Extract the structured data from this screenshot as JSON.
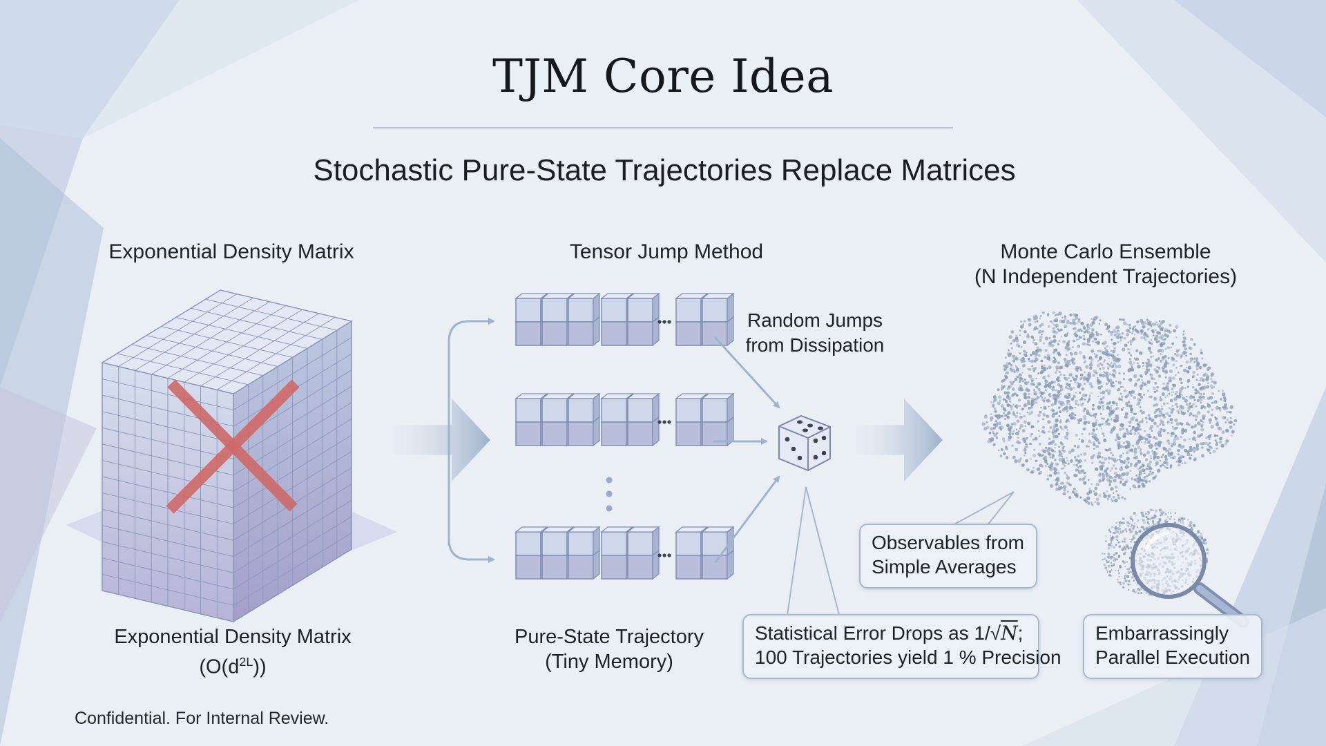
{
  "title": "TJM Core Idea",
  "subtitle": "Stochastic Pure-State Trajectories Replace Matrices",
  "left": {
    "header": "Exponential Density Matrix",
    "caption_line1": "Exponential Density Matrix",
    "caption_formula_open": "(O(d",
    "caption_formula_exp": "2L",
    "caption_formula_close": "))"
  },
  "middle": {
    "header": "Tensor Jump Method",
    "caption_line1": "Pure-State Trajectory",
    "caption_line2": "(Tiny Memory)",
    "jumps_line1": "Random Jumps",
    "jumps_line2": "from Dissipation",
    "chain_ellipsis": "..."
  },
  "right": {
    "header": "Monte Carlo Ensemble",
    "subheader": "(N Independent Trajectories)"
  },
  "callouts": {
    "observables_line1": "Observables from",
    "observables_line2": "Simple Averages",
    "error_line1_prefix": "Statistical Error Drops as 1/√",
    "error_line1_var": "N",
    "error_line1_suffix": ";",
    "error_line2": "100 Trajectories yield 1 % Precision",
    "parallel_line1": "Embarrassingly",
    "parallel_line2": "Parallel Execution"
  },
  "footer": "Confidential. For Internal Review.",
  "colors": {
    "cross": "#cf6a68",
    "arrow": "#9fb3cc",
    "cube_top": "#e6ecf6",
    "cube_front": "#c9d3e8",
    "cube_side": "#aeb6d4",
    "dots": "#8c9db4"
  },
  "icons": [
    "cross-mark-icon",
    "dice-icon",
    "magnifier-icon"
  ]
}
